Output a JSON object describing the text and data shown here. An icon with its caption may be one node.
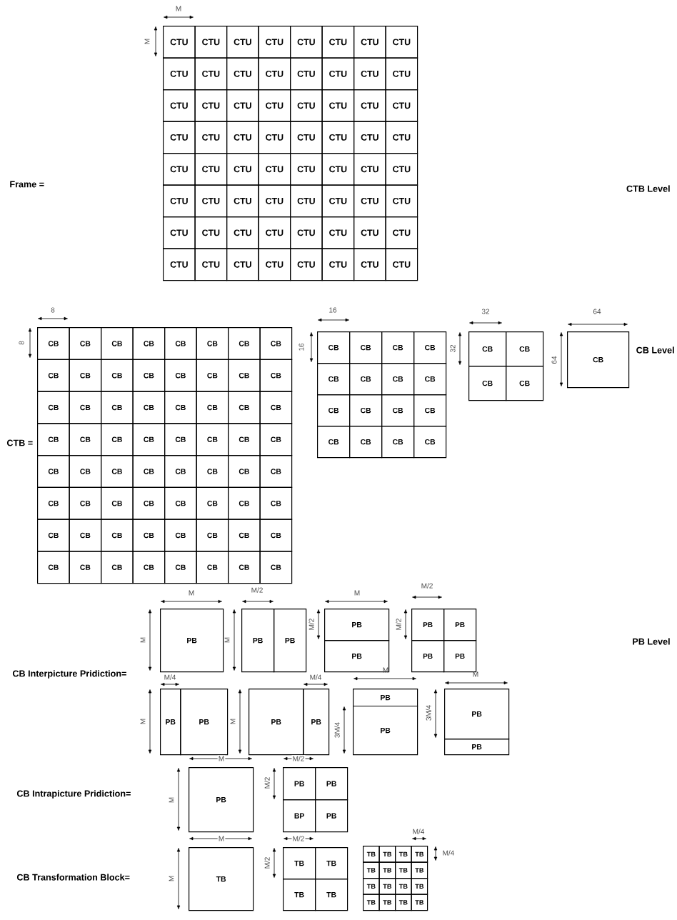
{
  "diagram": {
    "nodes": [
      {
        "text": [
          "CTU"
        ]
      },
      {
        "text": [
          "CTU"
        ]
      },
      {
        "text": [
          "CTU"
        ]
      },
      {
        "text": [
          "CTU"
        ]
      },
      {
        "text": [
          "CTU"
        ]
      },
      {
        "text": [
          "CTU"
        ]
      },
      {
        "text": [
          "CTU"
        ]
      },
      {
        "text": [
          "CTU"
        ]
      },
      {
        "text": [
          "CTU"
        ]
      },
      {
        "text": [
          "CTU"
        ]
      },
      {
        "text": [
          "CTU"
        ]
      },
      {
        "text": [
          "CTU"
        ]
      },
      {
        "text": [
          "CTU"
        ]
      },
      {
        "text": [
          "CTU"
        ]
      },
      {
        "text": [
          "CTU"
        ]
      },
      {
        "text": [
          "CTU"
        ]
      },
      {
        "text": [
          "CTU"
        ]
      },
      {
        "text": [
          "CTU"
        ]
      },
      {
        "text": [
          "CTU"
        ]
      },
      {
        "text": [
          "CTU"
        ]
      },
      {
        "text": [
          "CTU"
        ]
      },
      {
        "text": [
          "CTU"
        ]
      },
      {
        "text": [
          "CTU"
        ]
      },
      {
        "text": [
          "CTU"
        ]
      },
      {
        "text": [
          "CTU"
        ]
      },
      {
        "text": [
          "CTU"
        ]
      },
      {
        "text": [
          "CTU"
        ]
      },
      {
        "text": [
          "CTU"
        ]
      },
      {
        "text": [
          "CTU"
        ]
      },
      {
        "text": [
          "CTU"
        ]
      },
      {
        "text": [
          "CTU"
        ]
      },
      {
        "text": [
          "CTU"
        ]
      },
      {
        "text": [
          "CTU"
        ]
      },
      {
        "text": [
          "CTU"
        ]
      },
      {
        "text": [
          "CTU"
        ]
      },
      {
        "text": [
          "CTU"
        ]
      },
      {
        "text": [
          "CTU"
        ]
      },
      {
        "text": [
          "CTU"
        ]
      },
      {
        "text": [
          "CTU"
        ]
      },
      {
        "text": [
          "CTU"
        ]
      },
      {
        "text": [
          "CTU"
        ]
      },
      {
        "text": [
          "CTU"
        ]
      },
      {
        "text": [
          "CTU"
        ]
      },
      {
        "text": [
          "CTU"
        ]
      },
      {
        "text": [
          "CTU"
        ]
      },
      {
        "text": [
          "CTU"
        ]
      },
      {
        "text": [
          "CTU"
        ]
      },
      {
        "text": [
          "CTU"
        ]
      },
      {
        "text": [
          "CTU"
        ]
      },
      {
        "text": [
          "CTU"
        ]
      },
      {
        "text": [
          "CTU"
        ]
      },
      {
        "text": [
          "CTU"
        ]
      },
      {
        "text": [
          "CTU"
        ]
      },
      {
        "text": [
          "CTU"
        ]
      },
      {
        "text": [
          "CTU"
        ]
      },
      {
        "text": [
          "CTU"
        ]
      },
      {
        "text": [
          "CTU"
        ]
      },
      {
        "text": [
          "CTU"
        ]
      },
      {
        "text": [
          "CTU"
        ]
      },
      {
        "text": [
          "CTU"
        ]
      },
      {
        "text": [
          "CTU"
        ]
      },
      {
        "text": [
          "CTU"
        ]
      },
      {
        "text": [
          "CTU"
        ]
      },
      {
        "text": [
          "CTU"
        ]
      },
      {
        "text": [
          "CB"
        ]
      },
      {
        "text": [
          "CB"
        ]
      },
      {
        "text": [
          "CB"
        ]
      },
      {
        "text": [
          "CB"
        ]
      },
      {
        "text": [
          "CB"
        ]
      },
      {
        "text": [
          "CB"
        ]
      },
      {
        "text": [
          "CB"
        ]
      },
      {
        "text": [
          "CB"
        ]
      },
      {
        "text": [
          "CB"
        ]
      },
      {
        "text": [
          "CB"
        ]
      },
      {
        "text": [
          "CB"
        ]
      },
      {
        "text": [
          "CB"
        ]
      },
      {
        "text": [
          "CB"
        ]
      },
      {
        "text": [
          "CB"
        ]
      },
      {
        "text": [
          "CB"
        ]
      },
      {
        "text": [
          "CB"
        ]
      },
      {
        "text": [
          "CB"
        ]
      },
      {
        "text": [
          "CB"
        ]
      },
      {
        "text": [
          "CB"
        ]
      },
      {
        "text": [
          "CB"
        ]
      },
      {
        "text": [
          "CB"
        ]
      },
      {
        "text": [
          "CB"
        ]
      },
      {
        "text": [
          "CB"
        ]
      },
      {
        "text": [
          "CB"
        ]
      },
      {
        "text": [
          "CB"
        ]
      },
      {
        "text": [
          "CB"
        ]
      },
      {
        "text": [
          "CB"
        ]
      },
      {
        "text": [
          "CB"
        ]
      },
      {
        "text": [
          "CB"
        ]
      },
      {
        "text": [
          "CB"
        ]
      },
      {
        "text": [
          "CB"
        ]
      },
      {
        "text": [
          "CB"
        ]
      },
      {
        "text": [
          "CB"
        ]
      },
      {
        "text": [
          "CB"
        ]
      },
      {
        "text": [
          "CB"
        ]
      },
      {
        "text": [
          "CB"
        ]
      },
      {
        "text": [
          "CB"
        ]
      },
      {
        "text": [
          "CB"
        ]
      },
      {
        "text": [
          "CB"
        ]
      },
      {
        "text": [
          "CB"
        ]
      },
      {
        "text": [
          "CB"
        ]
      },
      {
        "text": [
          "CB"
        ]
      },
      {
        "text": [
          "CB"
        ]
      },
      {
        "text": [
          "CB"
        ]
      },
      {
        "text": [
          "CB"
        ]
      },
      {
        "text": [
          "CB"
        ]
      },
      {
        "text": [
          "CB"
        ]
      },
      {
        "text": [
          "CB"
        ]
      },
      {
        "text": [
          "CB"
        ]
      },
      {
        "text": [
          "CB"
        ]
      },
      {
        "text": [
          "CB"
        ]
      },
      {
        "text": [
          "CB"
        ]
      },
      {
        "text": [
          "CB"
        ]
      },
      {
        "text": [
          "CB"
        ]
      },
      {
        "text": [
          "CB"
        ]
      },
      {
        "text": [
          "CB"
        ]
      },
      {
        "text": [
          "CB"
        ]
      },
      {
        "text": [
          "CB"
        ]
      },
      {
        "text": [
          "CB"
        ]
      },
      {
        "text": [
          "CB"
        ]
      },
      {
        "text": [
          "CB"
        ]
      },
      {
        "text": [
          "CB"
        ]
      },
      {
        "text": [
          "CB"
        ]
      },
      {
        "text": [
          "CB"
        ]
      },
      {
        "text": [
          "CB"
        ]
      },
      {
        "text": [
          "CB"
        ]
      },
      {
        "text": [
          "CB"
        ]
      },
      {
        "text": [
          "CB"
        ]
      },
      {
        "text": [
          "CB"
        ]
      },
      {
        "text": [
          "CB"
        ]
      },
      {
        "text": [
          "CB"
        ]
      },
      {
        "text": [
          "CB"
        ]
      },
      {
        "text": [
          "CB"
        ]
      },
      {
        "text": [
          "CB"
        ]
      },
      {
        "text": [
          "CB"
        ]
      },
      {
        "text": [
          "CB"
        ]
      },
      {
        "text": [
          "CB"
        ]
      },
      {
        "text": [
          "CB"
        ]
      },
      {
        "text": [
          "CB"
        ]
      },
      {
        "text": [
          "CB"
        ]
      },
      {
        "text": [
          "CB"
        ]
      },
      {
        "text": [
          "CB"
        ]
      },
      {
        "text": [
          "CB"
        ]
      },
      {
        "text": [
          "CB"
        ]
      },
      {
        "text": [
          "CB"
        ]
      },
      {
        "text": [
          "PB"
        ]
      },
      {
        "text": [
          "PB"
        ]
      },
      {
        "text": [
          "PB"
        ]
      },
      {
        "text": [
          "PB"
        ]
      },
      {
        "text": [
          "PB"
        ]
      },
      {
        "text": [
          "PB"
        ]
      },
      {
        "text": [
          "PB"
        ]
      },
      {
        "text": [
          "PB"
        ]
      },
      {
        "text": [
          "PB"
        ]
      },
      {
        "text": [
          "PB"
        ]
      },
      {
        "text": [
          "PB"
        ]
      },
      {
        "text": [
          "PB"
        ]
      },
      {
        "text": [
          "PB"
        ]
      },
      {
        "text": [
          "PB"
        ]
      },
      {
        "text": [
          "PB"
        ]
      },
      {
        "text": [
          "PB"
        ]
      },
      {
        "text": [
          "PB"
        ]
      },
      {
        "text": [
          "PB"
        ]
      },
      {
        "text": [
          "PB"
        ]
      },
      {
        "text": [
          "PB"
        ]
      },
      {
        "text": [
          "BP"
        ]
      },
      {
        "text": [
          "PB"
        ]
      },
      {
        "text": [
          "TB"
        ]
      },
      {
        "text": [
          "TB"
        ]
      },
      {
        "text": [
          "TB"
        ]
      },
      {
        "text": [
          "TB"
        ]
      },
      {
        "text": [
          "TB"
        ]
      },
      {
        "text": [
          "TB"
        ]
      },
      {
        "text": [
          "TB"
        ]
      },
      {
        "text": [
          "TB"
        ]
      },
      {
        "text": [
          "TB"
        ]
      },
      {
        "text": [
          "TB"
        ]
      },
      {
        "text": [
          "TB"
        ]
      },
      {
        "text": [
          "TB"
        ]
      },
      {
        "text": [
          "TB"
        ]
      },
      {
        "text": [
          "TB"
        ]
      },
      {
        "text": [
          "TB"
        ]
      },
      {
        "text": [
          "TB"
        ]
      },
      {
        "text": [
          "TB"
        ]
      },
      {
        "text": [
          "TB"
        ]
      },
      {
        "text": [
          "TB"
        ]
      },
      {
        "text": [
          "TB"
        ]
      },
      {
        "text": [
          "TB"
        ]
      }
    ],
    "labels": [
      "M",
      "M",
      "Frame =",
      "CTB Level",
      "8",
      "8",
      "16",
      "16",
      "32",
      "32",
      "64",
      "64",
      "CB Level",
      "CTB =",
      "M",
      "M",
      "M/2",
      "M",
      "M",
      "M/2",
      "M/2",
      "M/2",
      "PB Level",
      "CB Interpicture Pridiction=",
      "M/4",
      "M",
      "M/4",
      "M",
      "M",
      "3M/4",
      "M",
      "3M/4",
      "M",
      "M/2",
      "CB Intrapicture Pridiction=",
      "M",
      "M/2",
      "M",
      "M/2",
      "M/4",
      "CB Transformation Block=",
      "M",
      "M/2",
      "M/4"
    ]
  }
}
